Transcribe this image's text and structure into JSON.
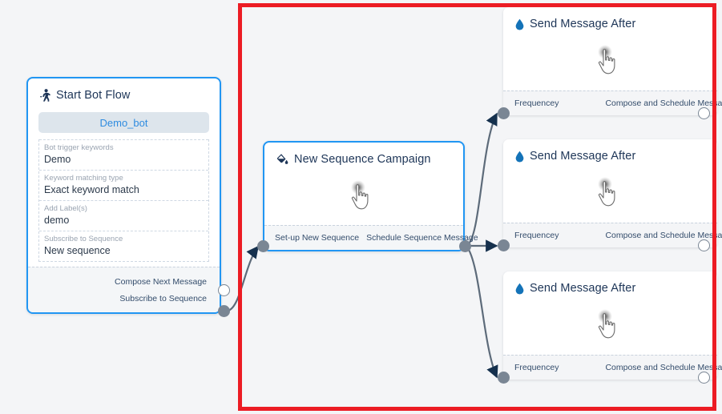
{
  "canvas": {
    "background_color": "#f4f5f7",
    "highlight_color": "#ec1c24"
  },
  "nodes": {
    "start_bot_flow": {
      "title": "Start Bot Flow",
      "icon": "running-person-icon",
      "accent_color": "#2196f3",
      "bot_pill": "Demo_bot",
      "fields": [
        {
          "label": "Bot trigger keywords",
          "value": "Demo"
        },
        {
          "label": "Keyword matching type",
          "value": "Exact keyword match"
        },
        {
          "label": "Add Label(s)",
          "value": "demo"
        },
        {
          "label": "Subscribe to Sequence",
          "value": "New sequence"
        }
      ],
      "ports": [
        {
          "label": "Compose Next Message",
          "style": "hollow"
        },
        {
          "label": "Subscribe to Sequence",
          "style": "filled"
        }
      ]
    },
    "new_sequence_campaign": {
      "title": "New Sequence Campaign",
      "icon": "paint-bucket-icon",
      "accent_color": "#2196f3",
      "cursor": "pointing-hand-cursor",
      "input_port_label": "Set-up New Sequence",
      "output_port_label": "Schedule Sequence Message"
    },
    "send_message_after": [
      {
        "title": "Send Message After",
        "icon": "water-drop-icon",
        "cursor": "pointing-hand-cursor",
        "input_port_label": "Frequencey",
        "output_port_label": "Compose and Schedule Message"
      },
      {
        "title": "Send Message After",
        "icon": "water-drop-icon",
        "cursor": "pointing-hand-cursor",
        "input_port_label": "Frequencey",
        "output_port_label": "Compose and Schedule Message"
      },
      {
        "title": "Send Message After",
        "icon": "water-drop-icon",
        "cursor": "pointing-hand-cursor",
        "input_port_label": "Frequencey",
        "output_port_label": "Compose and Schedule Message"
      }
    ]
  }
}
